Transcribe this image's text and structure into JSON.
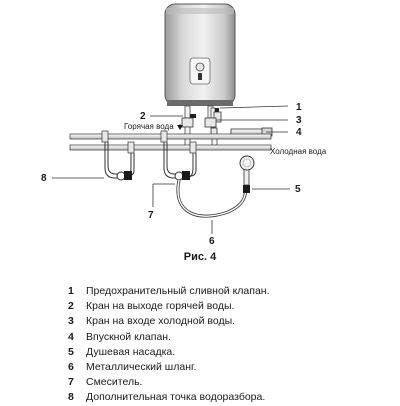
{
  "figure": {
    "callouts": [
      "1",
      "2",
      "3",
      "4",
      "5",
      "6",
      "7",
      "8"
    ],
    "hot_water_label": "Горячая вода",
    "cold_water_label": "Холодная вода",
    "caption": "Рис. 4"
  },
  "legend": [
    {
      "num": "1",
      "text": "Предохранительный сливной клапан."
    },
    {
      "num": "2",
      "text": "Кран на выходе горячей воды."
    },
    {
      "num": "3",
      "text": "Кран на входе холодной воды."
    },
    {
      "num": "4",
      "text": "Впускной клапан."
    },
    {
      "num": "5",
      "text": "Душевая насадка."
    },
    {
      "num": "6",
      "text": "Металлический шланг."
    },
    {
      "num": "7",
      "text": "Смеситель."
    },
    {
      "num": "8",
      "text": "Дополнительная точка водоразбора."
    }
  ]
}
